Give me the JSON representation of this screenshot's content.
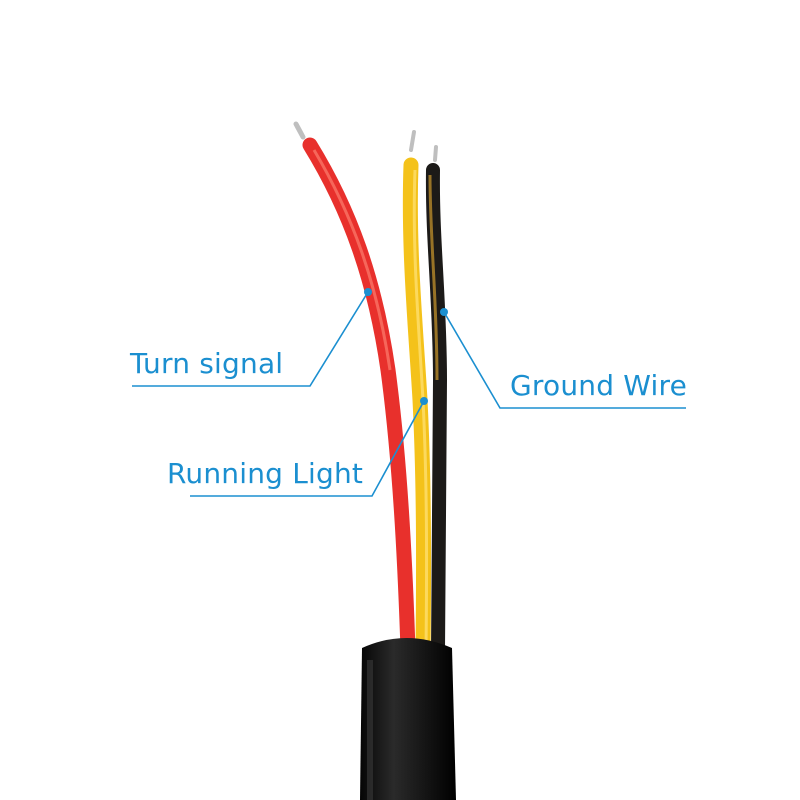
{
  "labels": {
    "turn_signal": "Turn signal",
    "running_light": "Running Light",
    "ground_wire": "Ground Wire"
  },
  "colors": {
    "callout": "#1b8fd0",
    "red_wire": "#e8302c",
    "yellow_wire": "#f4c21a",
    "black_wire": "#1c1a18",
    "jacket": "#141414"
  }
}
